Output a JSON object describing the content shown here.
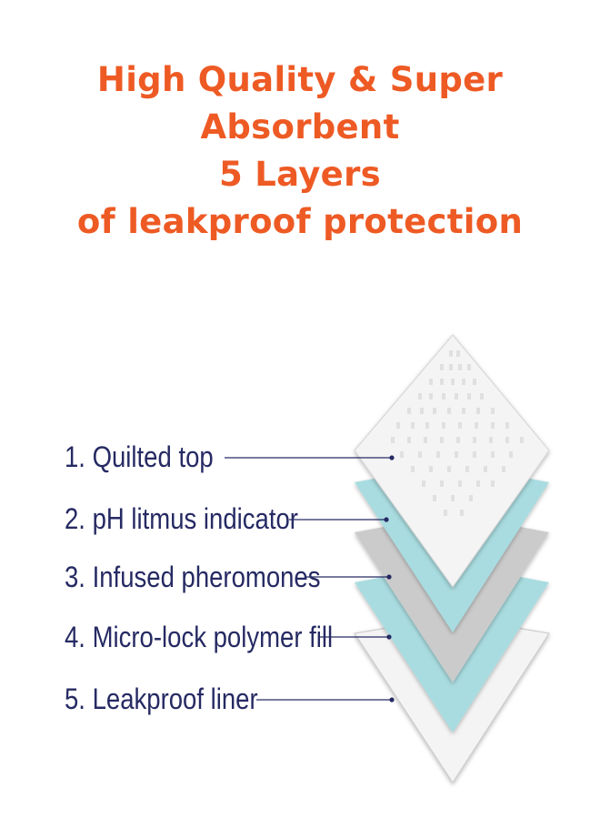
{
  "headline": {
    "lines": [
      "High Quality & Super Absorbent",
      "5 Layers",
      "of leakproof protection"
    ],
    "color": "#ee5a24"
  },
  "label_color": "#262a63",
  "layers": [
    {
      "label": "1. Quilted top",
      "color": "#f4f4f4"
    },
    {
      "label": "2. pH litmus indicator",
      "color": "#a9dce0"
    },
    {
      "label": "3. Infused pheromones",
      "color": "#cbcbcb"
    },
    {
      "label": "4. Micro-lock polymer fill",
      "color": "#a9dce0"
    },
    {
      "label": "5. Leakproof liner",
      "color": "#f4f4f4"
    }
  ]
}
